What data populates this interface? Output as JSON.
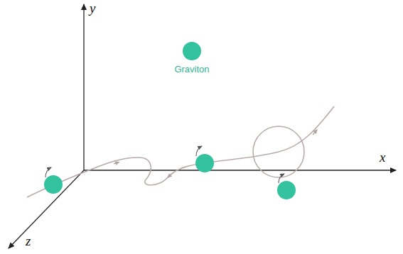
{
  "diagram": {
    "labels": [
      "y",
      "x",
      "z",
      "Graviton"
    ]
  }
}
